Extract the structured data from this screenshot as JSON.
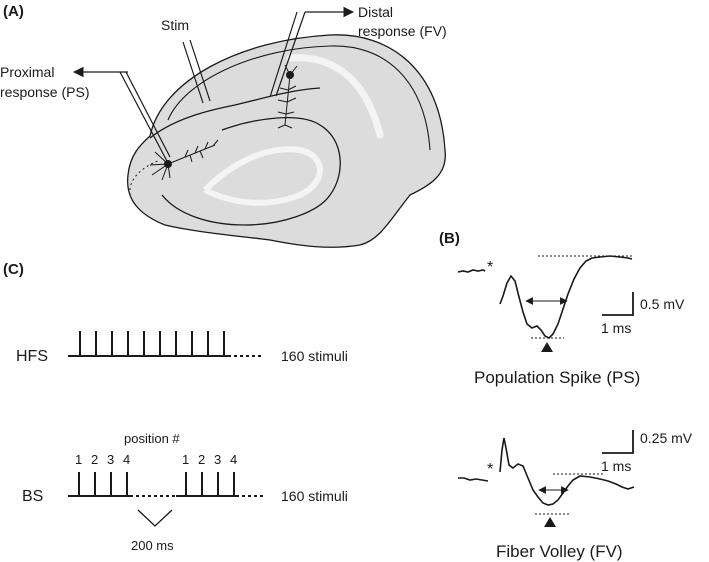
{
  "panels": {
    "a": {
      "label": "(A)"
    },
    "b": {
      "label": "(B)"
    },
    "c": {
      "label": "(C)"
    }
  },
  "hippocampus": {
    "stim": "Stim",
    "distal_line1": "Distal",
    "distal_line2": "response (FV)",
    "proximal_line1": "Proximal",
    "proximal_line2": "response (PS)"
  },
  "protocols": {
    "hfs_label": "HFS",
    "hfs_stimuli": "160 stimuli",
    "bs_label": "BS",
    "bs_stimuli": "160 stimuli",
    "position_label": "position #",
    "positions": [
      "1",
      "2",
      "3",
      "4",
      "1",
      "2",
      "3",
      "4"
    ],
    "interval": "200 ms"
  },
  "traces": {
    "ps": {
      "asterisk": "*",
      "scale_v": "0.5 mV",
      "scale_t": "1 ms",
      "caption": "Population Spike (PS)"
    },
    "fv": {
      "asterisk": "*",
      "scale_v": "0.25 mV",
      "scale_t": "1 ms",
      "caption": "Fiber Volley (FV)"
    }
  },
  "colors": {
    "ink": "#1a1a1a",
    "tissue_fill": "#dcdcdc",
    "tissue_stroke": "#1a1a1a",
    "highlight": "#f4f4f4"
  }
}
